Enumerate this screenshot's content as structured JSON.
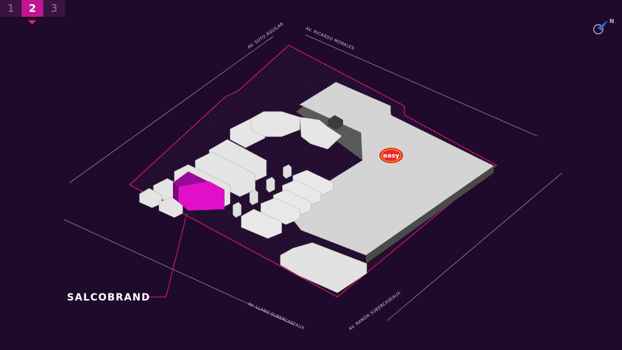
{
  "floors": {
    "items": [
      {
        "label": "1"
      },
      {
        "label": "2"
      },
      {
        "label": "3"
      }
    ],
    "active": "2"
  },
  "compass": {
    "label": "N",
    "icon": "compass-icon"
  },
  "streets": {
    "soto_aguilar": "AV. SOTO AGUILAR",
    "ricardo_morales": "AV. RICARDO MORALES",
    "llano_subercaseaux": "AV. LLANO SUBERCASEAUX",
    "ramon_subercaseaux": "AV. RAMÓN SUBERCASEAUX"
  },
  "highlighted_store": {
    "name": "SALCOBRAND",
    "color": "#e010c8"
  },
  "anchor_store": {
    "logo_text": "easy",
    "color": "#e8262a"
  },
  "colors": {
    "background": "#1f0a2b",
    "accent": "#c0168f",
    "building": "#dcdcdc",
    "outline": "#d0186e"
  }
}
